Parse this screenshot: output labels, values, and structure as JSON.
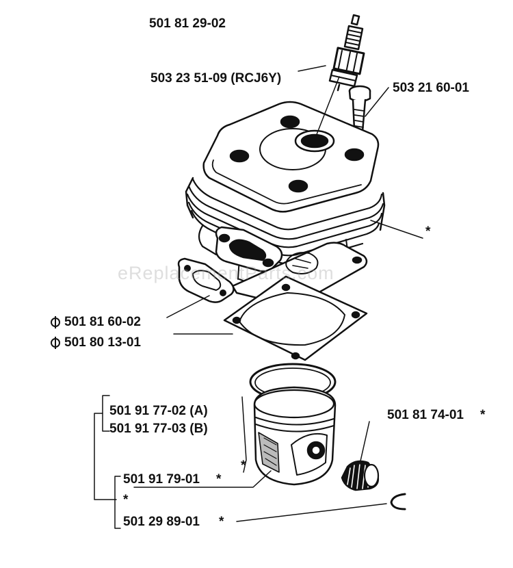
{
  "header_part": "501 81 29-02",
  "watermark": "eReplacementParts.com",
  "callouts": {
    "spark_plug": "503 23 51-09 (RCJ6Y)",
    "bolt": "503 21 60-01",
    "cylinder": "*",
    "gasket_exhaust": "501 81 60-02",
    "gasket_base": "501 80 13-01",
    "piston_a": "501 91 77-02 (A)",
    "piston_b": "501 91 77-03 (B)",
    "piston_ring": "501 91 79-01",
    "piston_ring_mark": "*",
    "piston_mark": "*",
    "needle_bearing": "501 81 74-01",
    "needle_bearing_mark": "*",
    "circlip": "501 29 89-01",
    "circlip_mark": "*"
  }
}
